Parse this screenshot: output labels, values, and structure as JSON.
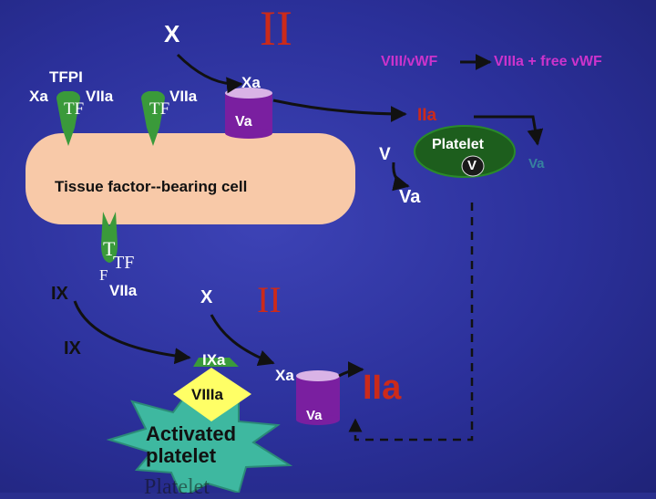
{
  "labels": {
    "x_top": "X",
    "ii_top": "II",
    "tfpi": "TFPI",
    "xa_left": "Xa",
    "viia_1": "VIIa",
    "tf_1": "TF",
    "viia_2": "VIIa",
    "tf_2": "TF",
    "xa_mid": "Xa",
    "va_top": "Va",
    "viii_vwf": "VIII/vWF",
    "viiia_free": "VIIIa + free vWF",
    "iia_top": "IIa",
    "v_left": "V",
    "platelet": "Platelet",
    "v_platelet": "V",
    "va_platelet": "Va",
    "cell_label": "Tissue factor--bearing cell",
    "tf_low_t": "T",
    "tf_low_tf": "TF",
    "tf_low_f": "F",
    "ix_1": "IX",
    "viia_low": "VIIa",
    "x_low": "X",
    "ii_low": "II",
    "ix_2": "IX",
    "ixa": "IXa",
    "xa_low": "Xa",
    "viiia": "VIIIa",
    "va_low": "Va",
    "iia_big": "IIa",
    "activated_platelet": "Activated platelet",
    "platelet_faint": "Platelet"
  },
  "colors": {
    "background": "#2b309a",
    "white_text": "#ffffff",
    "yellow_text": "#ffff66",
    "red_text": "#cc2a1a",
    "magenta_text": "#cc33cc",
    "cell_fill": "#f8c9a8",
    "receptor_green": "#3a9a3a",
    "va_purple": "#7a1fa0",
    "va_top": "#d9b3e6",
    "platelet_fill": "#1d5e1d",
    "star_fill": "#3eb8a0",
    "viiia_fill": "#ffff66"
  }
}
